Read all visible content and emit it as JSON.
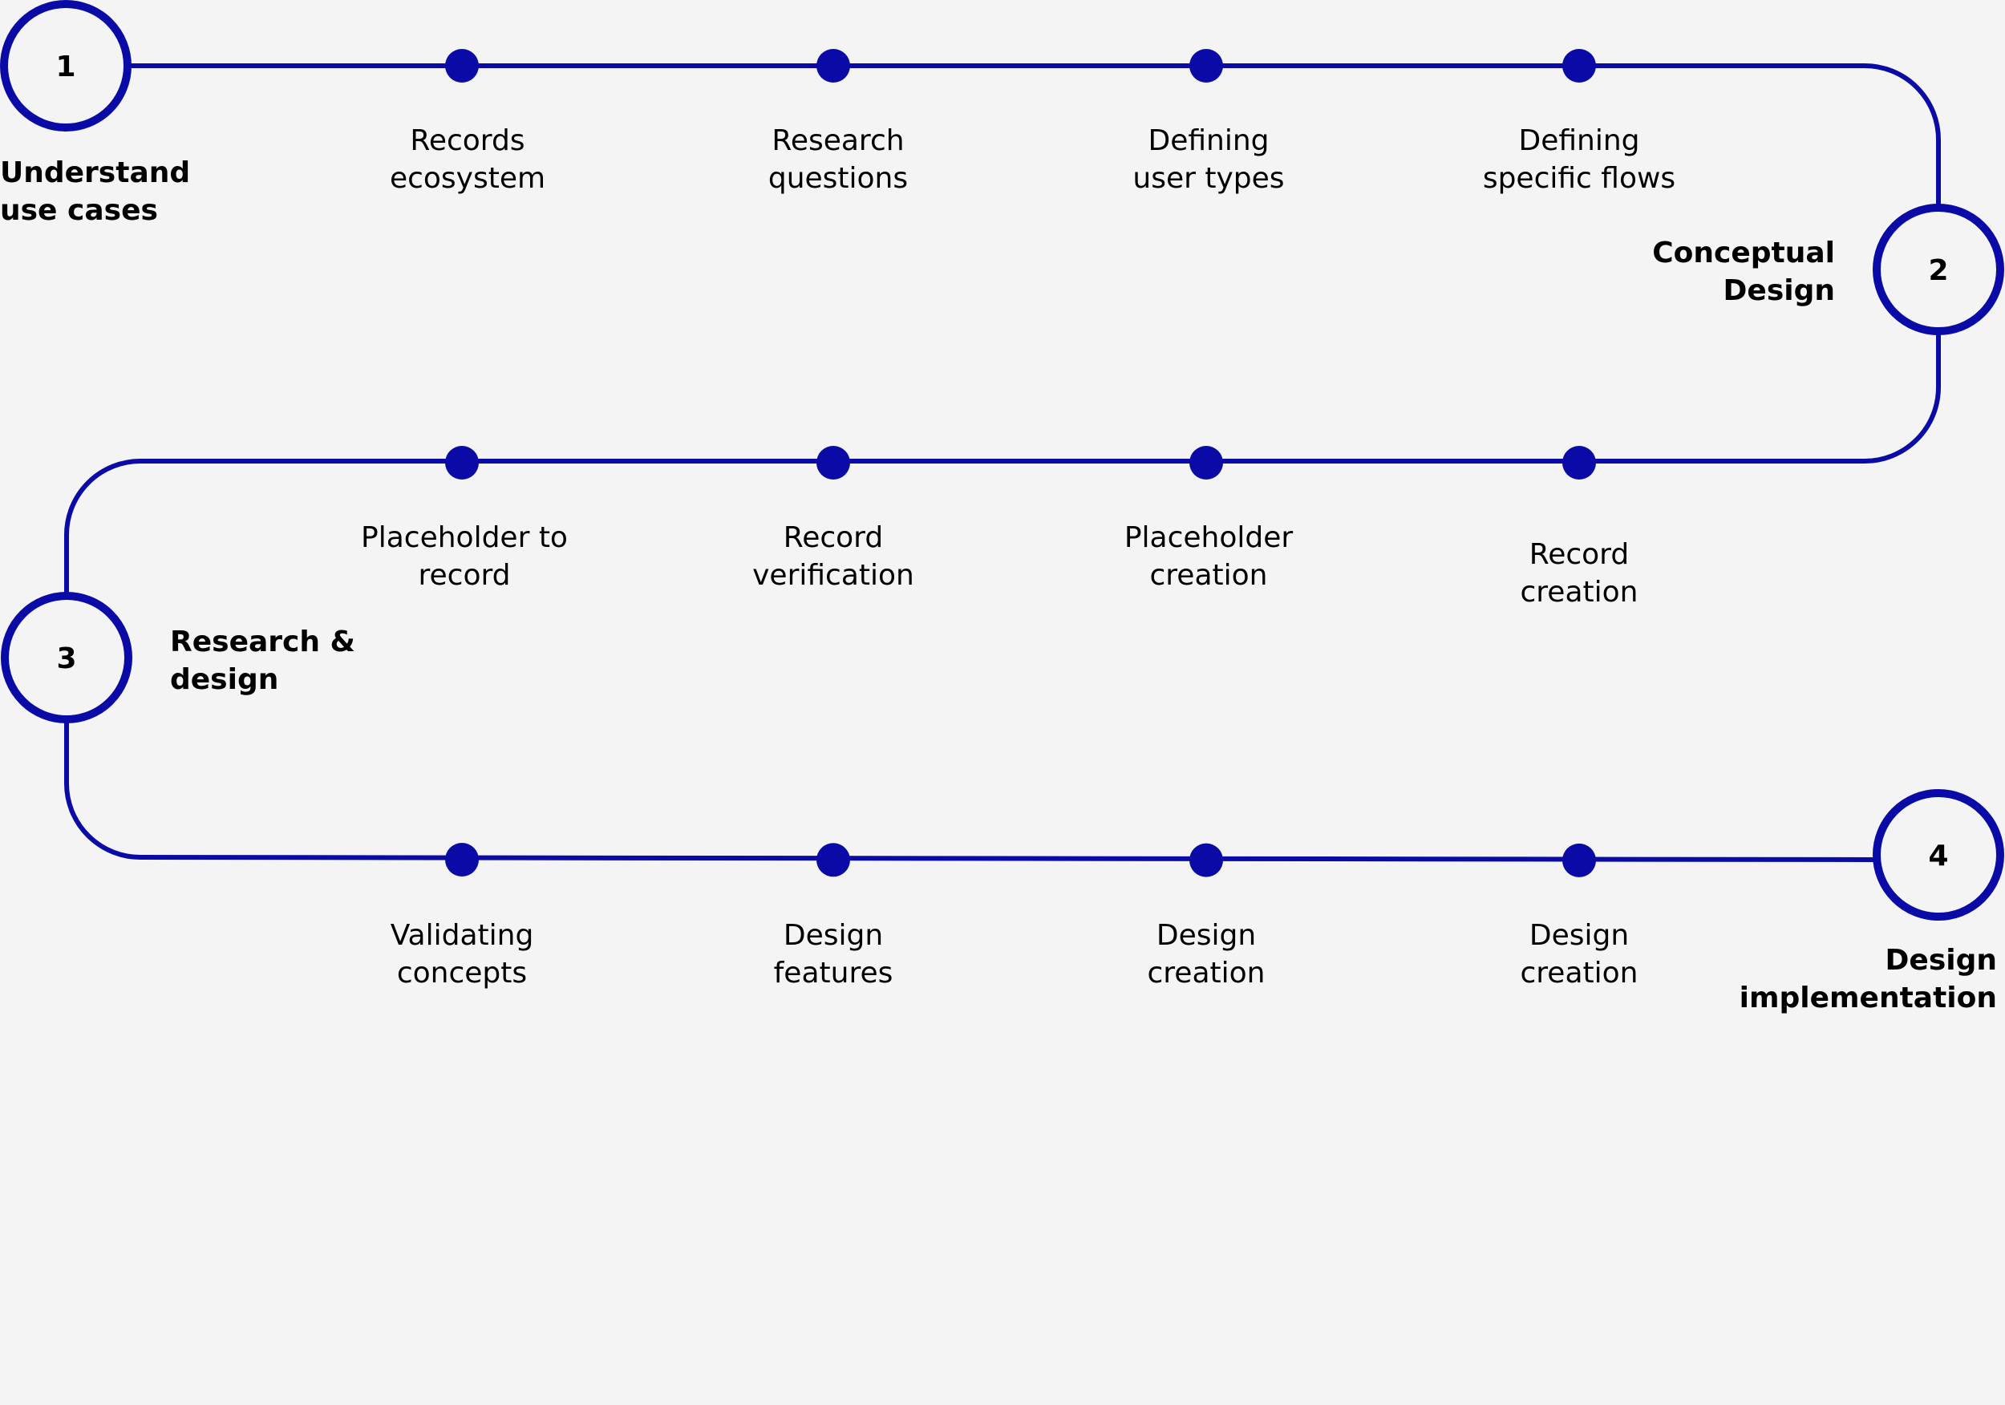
{
  "colors": {
    "accent": "#0a0aa6",
    "background": "#f4f4f4",
    "text": "#000000"
  },
  "stages": [
    {
      "number": "1",
      "label_lines": [
        "Understand",
        "use cases"
      ]
    },
    {
      "number": "2",
      "label_lines": [
        "Conceptual",
        "Design"
      ]
    },
    {
      "number": "3",
      "label_lines": [
        "Research &",
        "design"
      ]
    },
    {
      "number": "4",
      "label_lines": [
        "Design",
        "implementation"
      ]
    }
  ],
  "rows": [
    {
      "steps": [
        {
          "lines": [
            "Records",
            "ecosystem"
          ]
        },
        {
          "lines": [
            "Research",
            "questions"
          ]
        },
        {
          "lines": [
            "Defining",
            "user types"
          ]
        },
        {
          "lines": [
            "Defining",
            "specific flows"
          ]
        }
      ]
    },
    {
      "steps": [
        {
          "lines": [
            "Placeholder to",
            "record"
          ]
        },
        {
          "lines": [
            "Record",
            "verification"
          ]
        },
        {
          "lines": [
            "Placeholder",
            "creation"
          ]
        },
        {
          "lines": [
            "Record",
            "creation"
          ]
        }
      ]
    },
    {
      "steps": [
        {
          "lines": [
            "Validating",
            "concepts"
          ]
        },
        {
          "lines": [
            "Design",
            "features"
          ]
        },
        {
          "lines": [
            "Design",
            "creation"
          ]
        },
        {
          "lines": [
            "Design",
            "creation"
          ]
        }
      ]
    }
  ]
}
